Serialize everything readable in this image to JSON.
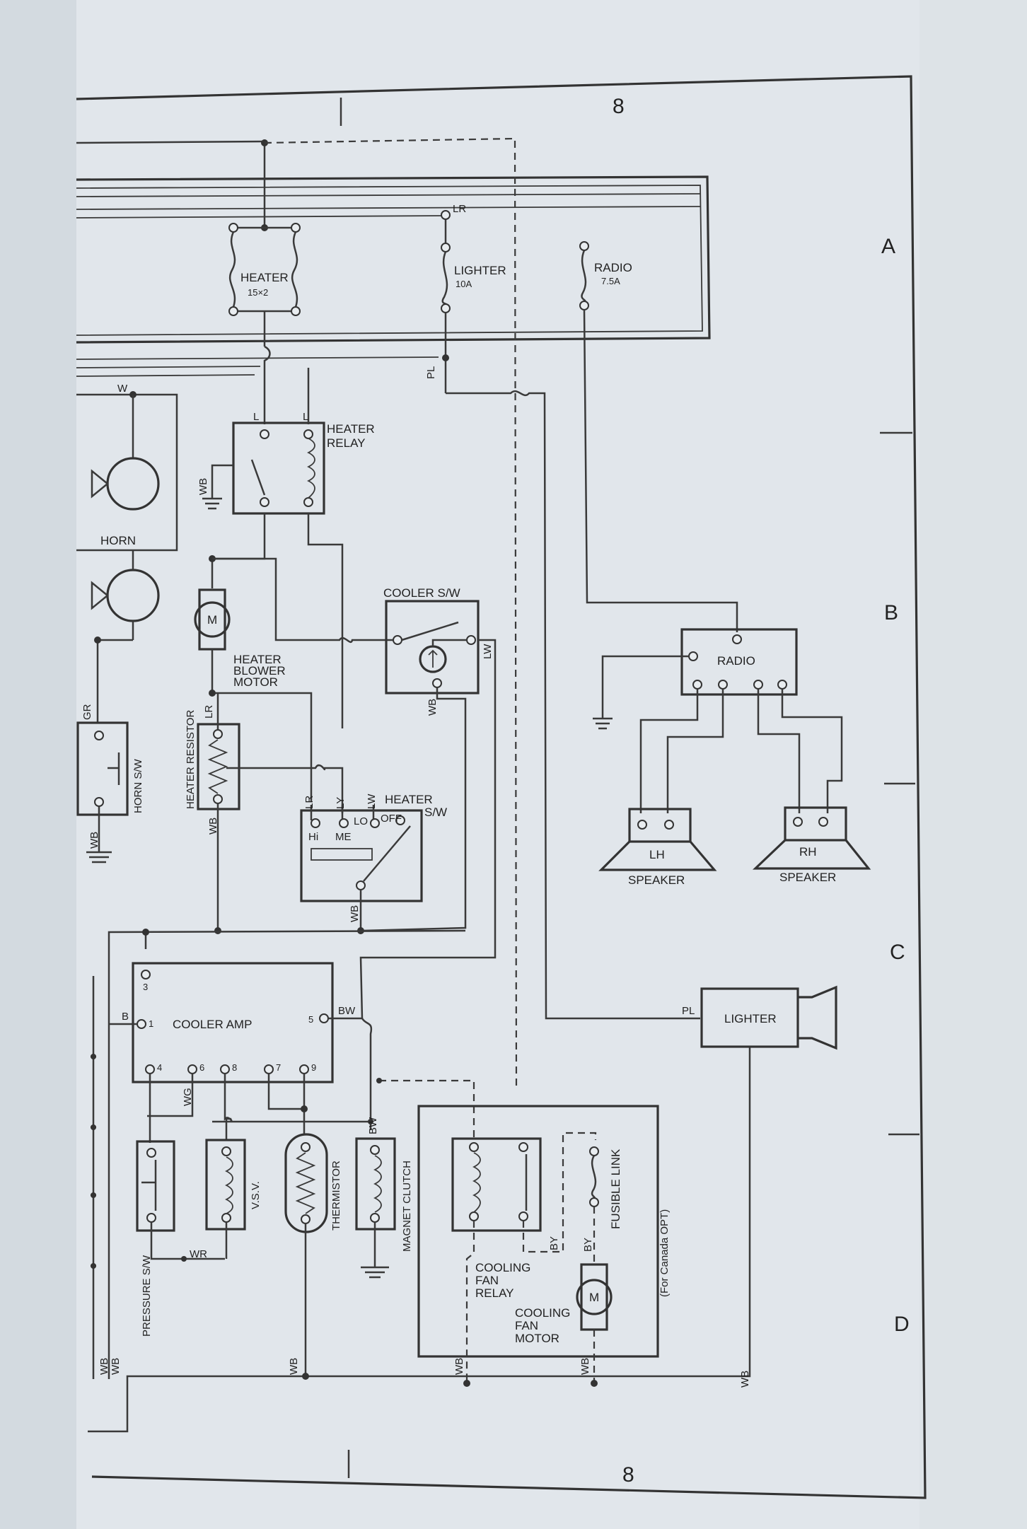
{
  "colors": {
    "paper": "#e3e8ec",
    "ink": "#333333",
    "wall": "#c9d1d9"
  },
  "border": {
    "column_top": "8",
    "column_bottom": "8",
    "rows": [
      "A",
      "B",
      "C",
      "D"
    ]
  },
  "fuses": {
    "heater": {
      "name": "HEATER",
      "rating": "15×2"
    },
    "lighter": {
      "name": "LIGHTER",
      "rating": "10A"
    },
    "radio": {
      "name": "RADIO",
      "rating": "7.5A"
    }
  },
  "components": {
    "heater_relay": [
      "HEATER",
      "RELAY"
    ],
    "horn": "HORN",
    "horn_switch": "HORN S/W",
    "blower_motor_symbol": "M",
    "blower_motor": [
      "HEATER",
      "BLOWER",
      "MOTOR"
    ],
    "cooler_switch": "COOLER S/W",
    "heater_resistor": "HEATER RESISTOR",
    "heater_switch": [
      "HEATER",
      "S/W"
    ],
    "heater_switch_positions": [
      "Hi",
      "ME",
      "LO",
      "OFF"
    ],
    "radio": "RADIO",
    "speaker_lh": "LH",
    "speaker_rh": "RH",
    "speaker": "SPEAKER",
    "cooler_amp": "COOLER AMP",
    "cooler_amp_pins": [
      "3",
      "1",
      "5",
      "4",
      "6",
      "8",
      "7",
      "9"
    ],
    "lighter": "LIGHTER",
    "pressure_switch": "PRESSURE S/W",
    "vsv": "V.S.V.",
    "thermistor": "THERMISTOR",
    "magnet_clutch": "MAGNET CLUTCH",
    "cooling_fan_relay": [
      "COOLING",
      "FAN",
      "RELAY"
    ],
    "cooling_fan_motor_symbol": "M",
    "cooling_fan_motor": [
      "COOLING",
      "FAN",
      "MOTOR"
    ],
    "fusible_link": "FUSIBLE LINK",
    "canada_note": "(For Canada OPT)"
  },
  "wire_codes": {
    "lr": "LR",
    "l": "L",
    "w": "W",
    "wb": "WB",
    "gr": "GR",
    "pl": "PL",
    "lw": "LW",
    "ly": "LY",
    "b": "B",
    "bw": "BW",
    "wg": "WG",
    "wr": "WR",
    "by": "BY"
  }
}
